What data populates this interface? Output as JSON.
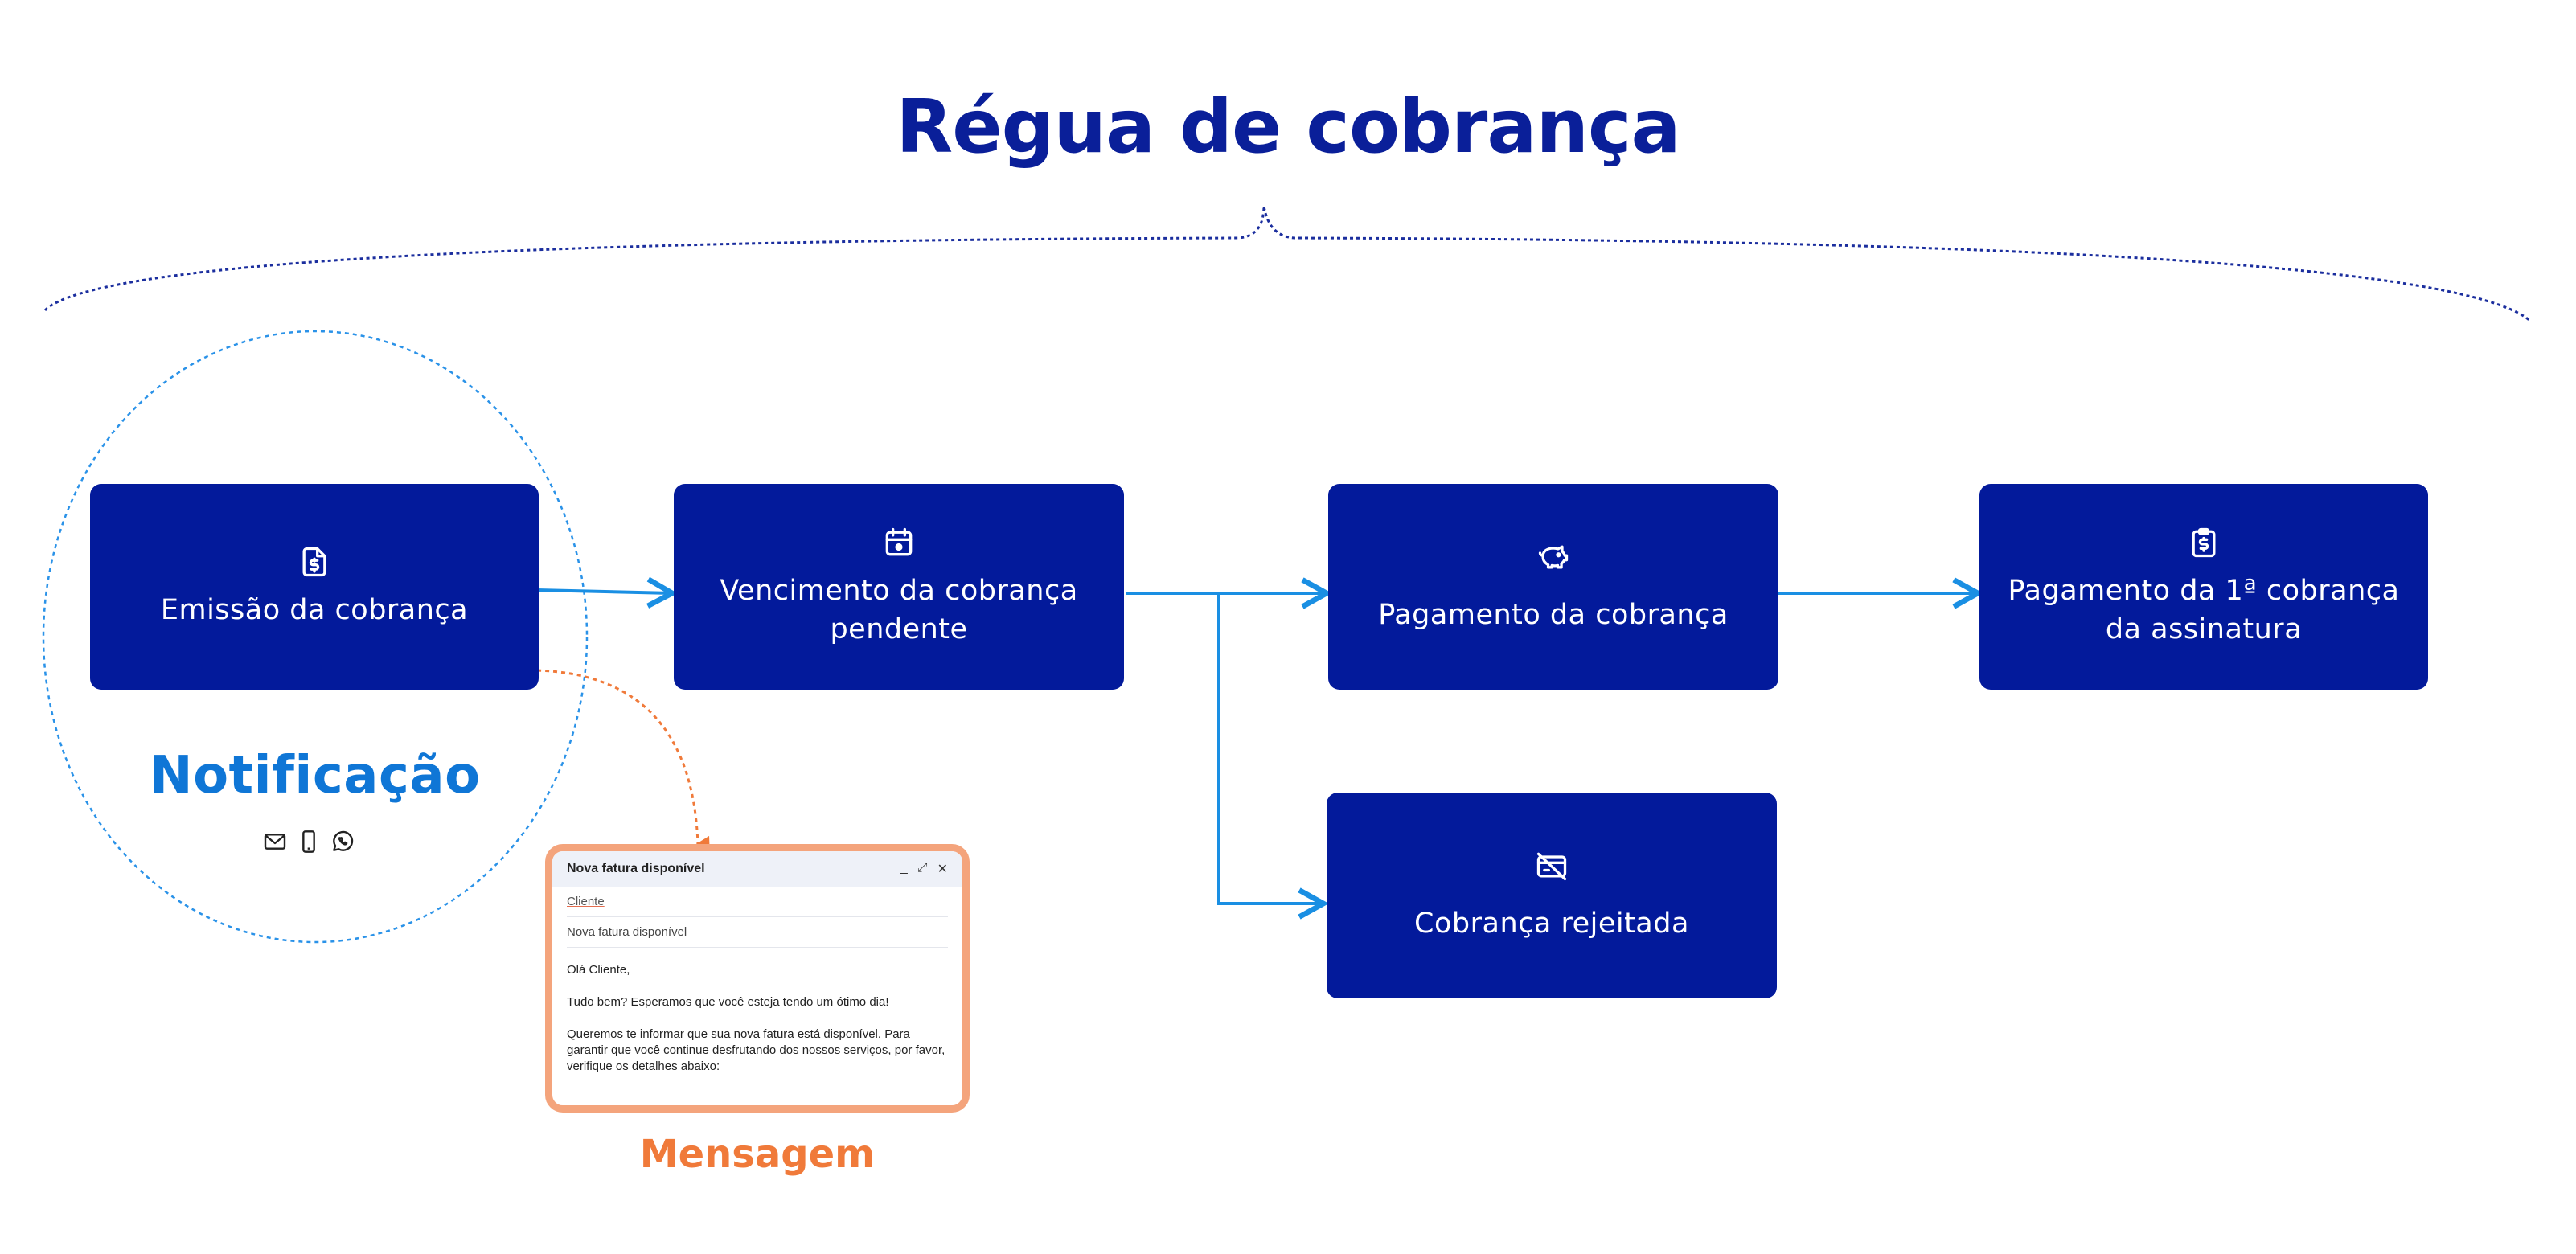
{
  "title": "Régua de cobrança",
  "colors": {
    "title": "#0A1F99",
    "box": "#031A9B",
    "connector": "#1A8FE3",
    "notification": "#0F76D6",
    "message": "#F07A3A",
    "message_border": "#F4A47C"
  },
  "stages": {
    "emissao": {
      "label": "Emissão da cobrança",
      "icon": "invoice-dollar-icon"
    },
    "vencimento": {
      "label": "Vencimento da cobrança pendente",
      "icon": "calendar-icon"
    },
    "pagamento": {
      "label": "Pagamento da cobrança",
      "icon": "piggy-bank-icon"
    },
    "assinatura": {
      "label": "Pagamento da 1ª cobrança da assinatura",
      "icon": "clipboard-dollar-icon"
    },
    "rejeitada": {
      "label": "Cobrança rejeitada",
      "icon": "card-off-icon"
    }
  },
  "notification": {
    "label": "Notificação",
    "channels": [
      "email-icon",
      "phone-icon",
      "whatsapp-icon"
    ]
  },
  "message": {
    "label": "Mensagem",
    "window_title": "Nova fatura disponível",
    "to": "Cliente",
    "subject": "Nova fatura disponível",
    "greeting": "Olá Cliente,",
    "paragraph1": "Tudo bem? Esperamos que você esteja tendo um ótimo dia!",
    "paragraph2": "Queremos te informar que sua nova fatura está disponível. Para garantir que você continue desfrutando dos nossos serviços, por favor, verifique os detalhes abaixo:"
  }
}
